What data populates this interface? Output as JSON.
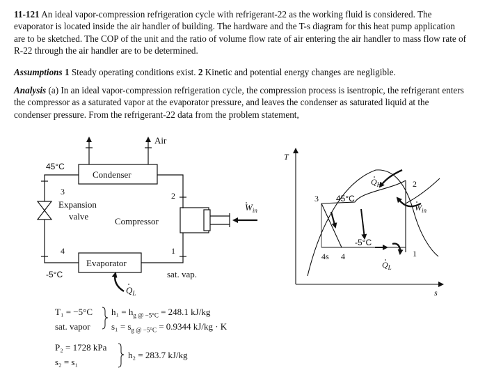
{
  "problem": {
    "number": "11-121",
    "text": "An ideal vapor-compression refrigeration cycle with refrigerant-22 as the working fluid is considered. The evaporator is located inside the air handler of building. The hardware and the T-s diagram for this heat pump application are to be sketched. The COP of the unit and the ratio of volume flow rate of air entering the air handler to mass flow rate of R-22 through the air handler are to be determined."
  },
  "assumptions": {
    "label": "Assumptions",
    "n1": "1",
    "t1": "Steady operating conditions exist.",
    "n2": "2",
    "t2": "Kinetic and potential energy changes are negligible."
  },
  "analysis": {
    "label": "Analysis",
    "text": "(a) In an ideal vapor-compression refrigeration cycle, the compression process is isentropic, the refrigerant enters the compressor as a saturated vapor at the evaporator pressure, and leaves the condenser as saturated liquid at the condenser pressure. From the refrigerant-22 data from the problem statement,"
  },
  "schematic": {
    "air": "Air",
    "t_hot": "45°C",
    "t_cold": "-5°C",
    "condenser": "Condenser",
    "evaporator": "Evaporator",
    "compressor": "Compressor",
    "valve_line1": "Expansion",
    "valve_line2": "valve",
    "state1": "1",
    "state2": "2",
    "state3": "3",
    "state4": "4",
    "sat_vap": "sat. vap.",
    "w_in": "W",
    "w_in_sub": "in",
    "q_l": "Q",
    "q_l_sub": "L"
  },
  "ts_diagram": {
    "t_axis": "T",
    "s_axis": "s",
    "t_hot": "45°C",
    "t_cold": "-5°C",
    "state1": "1",
    "state2": "2",
    "state3": "3",
    "state4": "4",
    "state4s": "4s",
    "q_h": "Q",
    "q_h_sub": "H",
    "q_l": "Q",
    "q_l_sub": "L",
    "w_in": "W",
    "w_in_sub": "in"
  },
  "equations": {
    "row1_left": "T₁ = −5°C",
    "row1_right": "h₁ = h",
    "row1_sub": "g @ −5°C",
    "row1_val": " = 248.1 kJ/kg",
    "row2_left": "sat. vapor",
    "row2_right": "s₁ = s",
    "row2_sub": "g @ −5°C",
    "row2_val": " = 0.9344 kJ/kg · K",
    "row3_left": "P₂ = 1728 kPa",
    "row4_left": "s₂ = s₁",
    "row34_right": "h₂ = 283.7 kJ/kg"
  }
}
